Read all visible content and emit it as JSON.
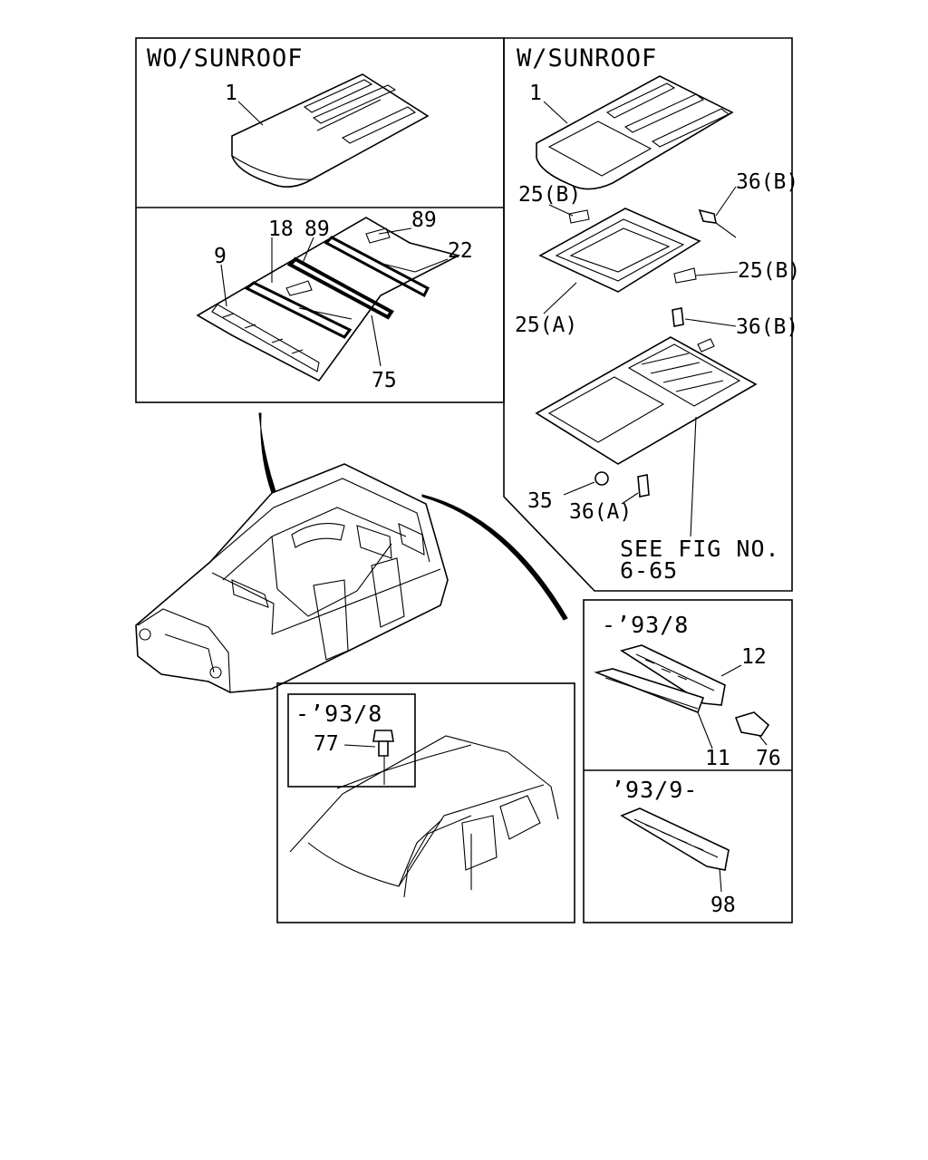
{
  "panels": {
    "wo_sunroof": {
      "title": "WO/SUNROOF",
      "callouts": [
        "1",
        "18",
        "89",
        "89",
        "22",
        "9",
        "75"
      ]
    },
    "w_sunroof": {
      "title": "W/SUNROOF",
      "callouts": [
        "1",
        "25(B)",
        "36(B)",
        "25(B)",
        "25(A)",
        "36(B)",
        "35",
        "36(A)"
      ],
      "reference_line1": "SEE FIG NO.",
      "reference_line2": "6-65"
    },
    "roof_rack": {
      "date_range": "-’93/8",
      "callouts": [
        "77"
      ]
    },
    "gutter_early": {
      "date_range": "-’93/8",
      "callouts": [
        "12",
        "11",
        "76"
      ]
    },
    "gutter_late": {
      "date_range": "’93/9-",
      "callouts": [
        "98"
      ]
    }
  }
}
